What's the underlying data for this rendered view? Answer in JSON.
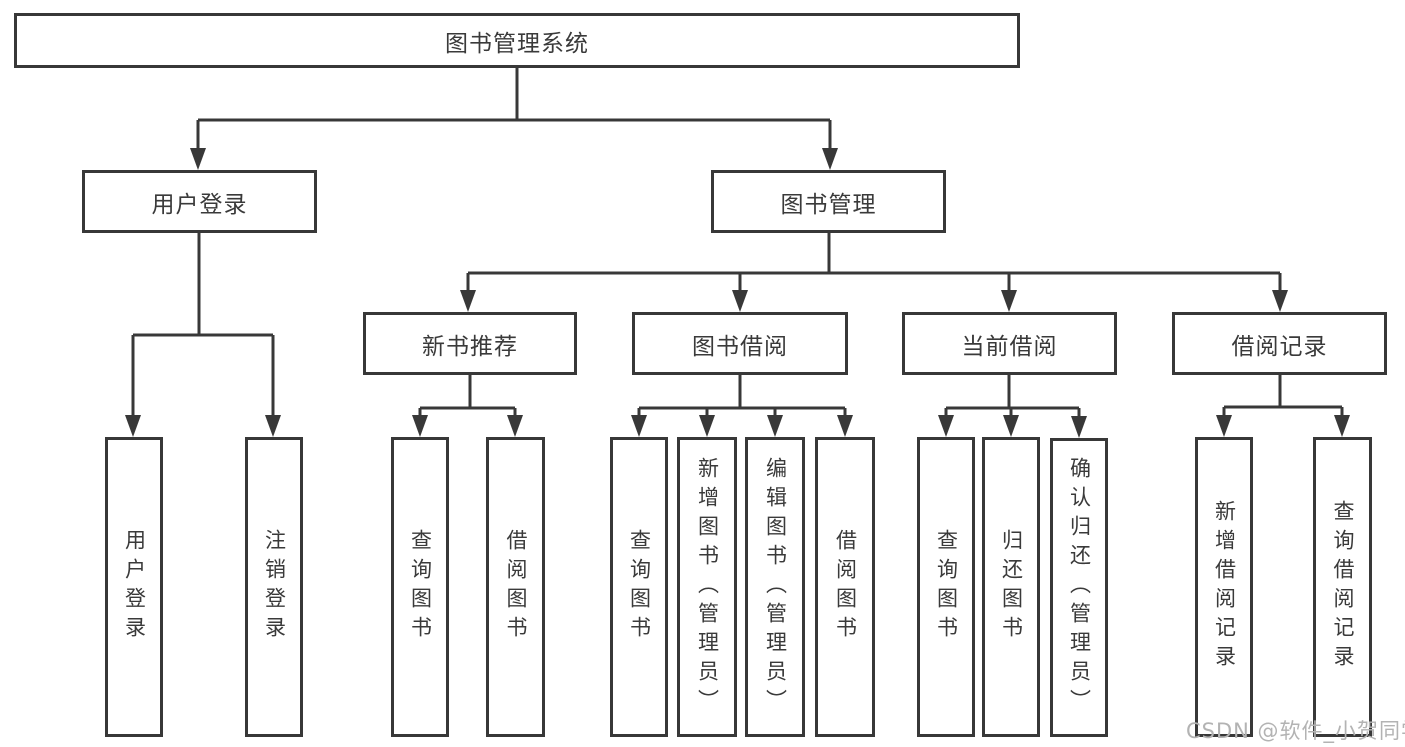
{
  "diagram_type": "hierarchy-tree",
  "colors": {
    "line": "#383838",
    "text": "#3a3a3a",
    "box_fill": "#ffffff",
    "background": "#ffffff",
    "watermark": "#b3b3b3"
  },
  "tree": {
    "label": "图书管理系统",
    "children": [
      {
        "label": "用户登录",
        "children": [
          {
            "label": "用户登录"
          },
          {
            "label": "注销登录"
          }
        ]
      },
      {
        "label": "图书管理",
        "children": [
          {
            "label": "新书推荐",
            "children": [
              {
                "label": "查询图书"
              },
              {
                "label": "借阅图书"
              }
            ]
          },
          {
            "label": "图书借阅",
            "children": [
              {
                "label": "查询图书"
              },
              {
                "label": "新增图书（管理员）"
              },
              {
                "label": "编辑图书（管理员）"
              },
              {
                "label": "借阅图书"
              }
            ]
          },
          {
            "label": "当前借阅",
            "children": [
              {
                "label": "查询图书"
              },
              {
                "label": "归还图书"
              },
              {
                "label": "确认归还（管理员）"
              }
            ]
          },
          {
            "label": "借阅记录",
            "children": [
              {
                "label": "新增借阅记录"
              },
              {
                "label": "查询借阅记录"
              }
            ]
          }
        ]
      }
    ]
  },
  "watermark": {
    "text": "CSDN @软件_小贺同学"
  }
}
